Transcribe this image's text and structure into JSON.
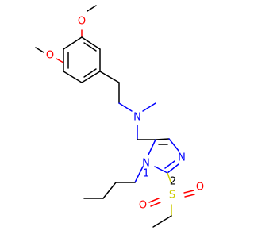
{
  "colors": {
    "carbon": "#000000",
    "nitrogen": "#0000ff",
    "oxygen": "#ff0000",
    "sulfur": "#cccc00"
  },
  "atoms": {
    "o_methoxy_top": "O",
    "o_methoxy_left": "O",
    "n_amine": "N",
    "n_ring_top": "N",
    "n_ring_bottom": "N",
    "ring_locant": "1",
    "ring_locant_2": "2",
    "s_sulfonyl": "S",
    "o_sulfonyl_left": "O",
    "o_sulfonyl_right": "O"
  }
}
